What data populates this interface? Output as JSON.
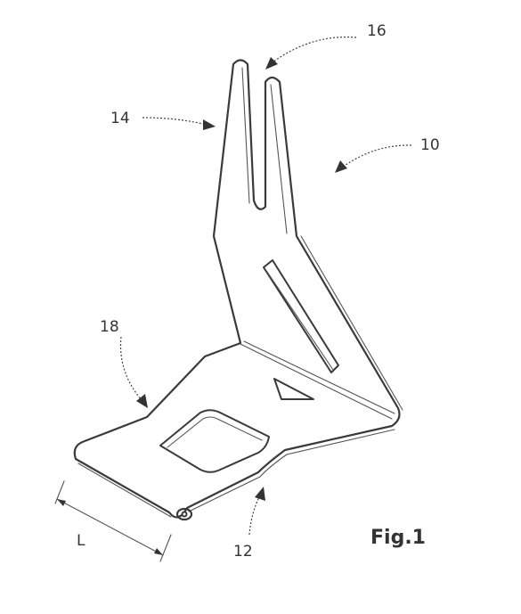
{
  "figure": {
    "caption": "Fig.1",
    "labels": {
      "ref_10": "10",
      "ref_12": "12",
      "ref_14": "14",
      "ref_16": "16",
      "ref_18": "18",
      "dim_L": "L"
    }
  },
  "colors": {
    "line": "#3a3a3a",
    "background": "#ffffff"
  }
}
